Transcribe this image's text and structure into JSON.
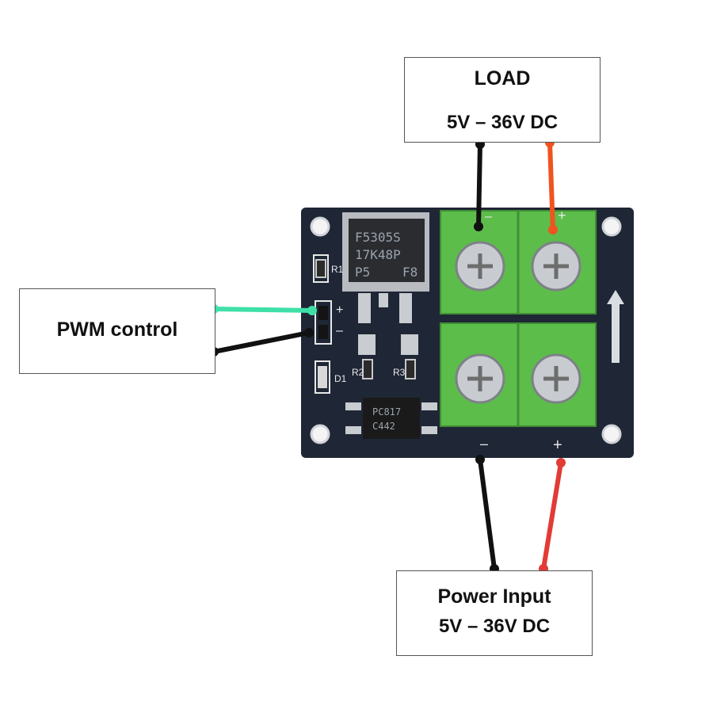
{
  "load": {
    "title": "LOAD",
    "voltage": "5V – 36V DC"
  },
  "power": {
    "title": "Power Input",
    "voltage": "5V – 36V DC"
  },
  "pwm": {
    "title": "PWM control"
  },
  "board": {
    "mosfet_marking": [
      "F5305S",
      "17K48P",
      "P5",
      "F8"
    ],
    "optocoupler_marking": [
      "PC817",
      "C442"
    ],
    "silkscreen": {
      "r1": "R1",
      "r2": "R2",
      "r3": "R3",
      "d1": "D1",
      "plus": "+",
      "minus": "–",
      "out_top_minus": "–",
      "out_top_plus": "+",
      "in_bottom_minus": "–",
      "in_bottom_plus": "+"
    },
    "colors": {
      "pcb": "#1f2736",
      "terminal": "#5cbd4a",
      "wire_red": "#e23b35",
      "wire_orange": "#f0531f",
      "wire_teal": "#3fe0a8",
      "wire_black": "#111111"
    }
  }
}
